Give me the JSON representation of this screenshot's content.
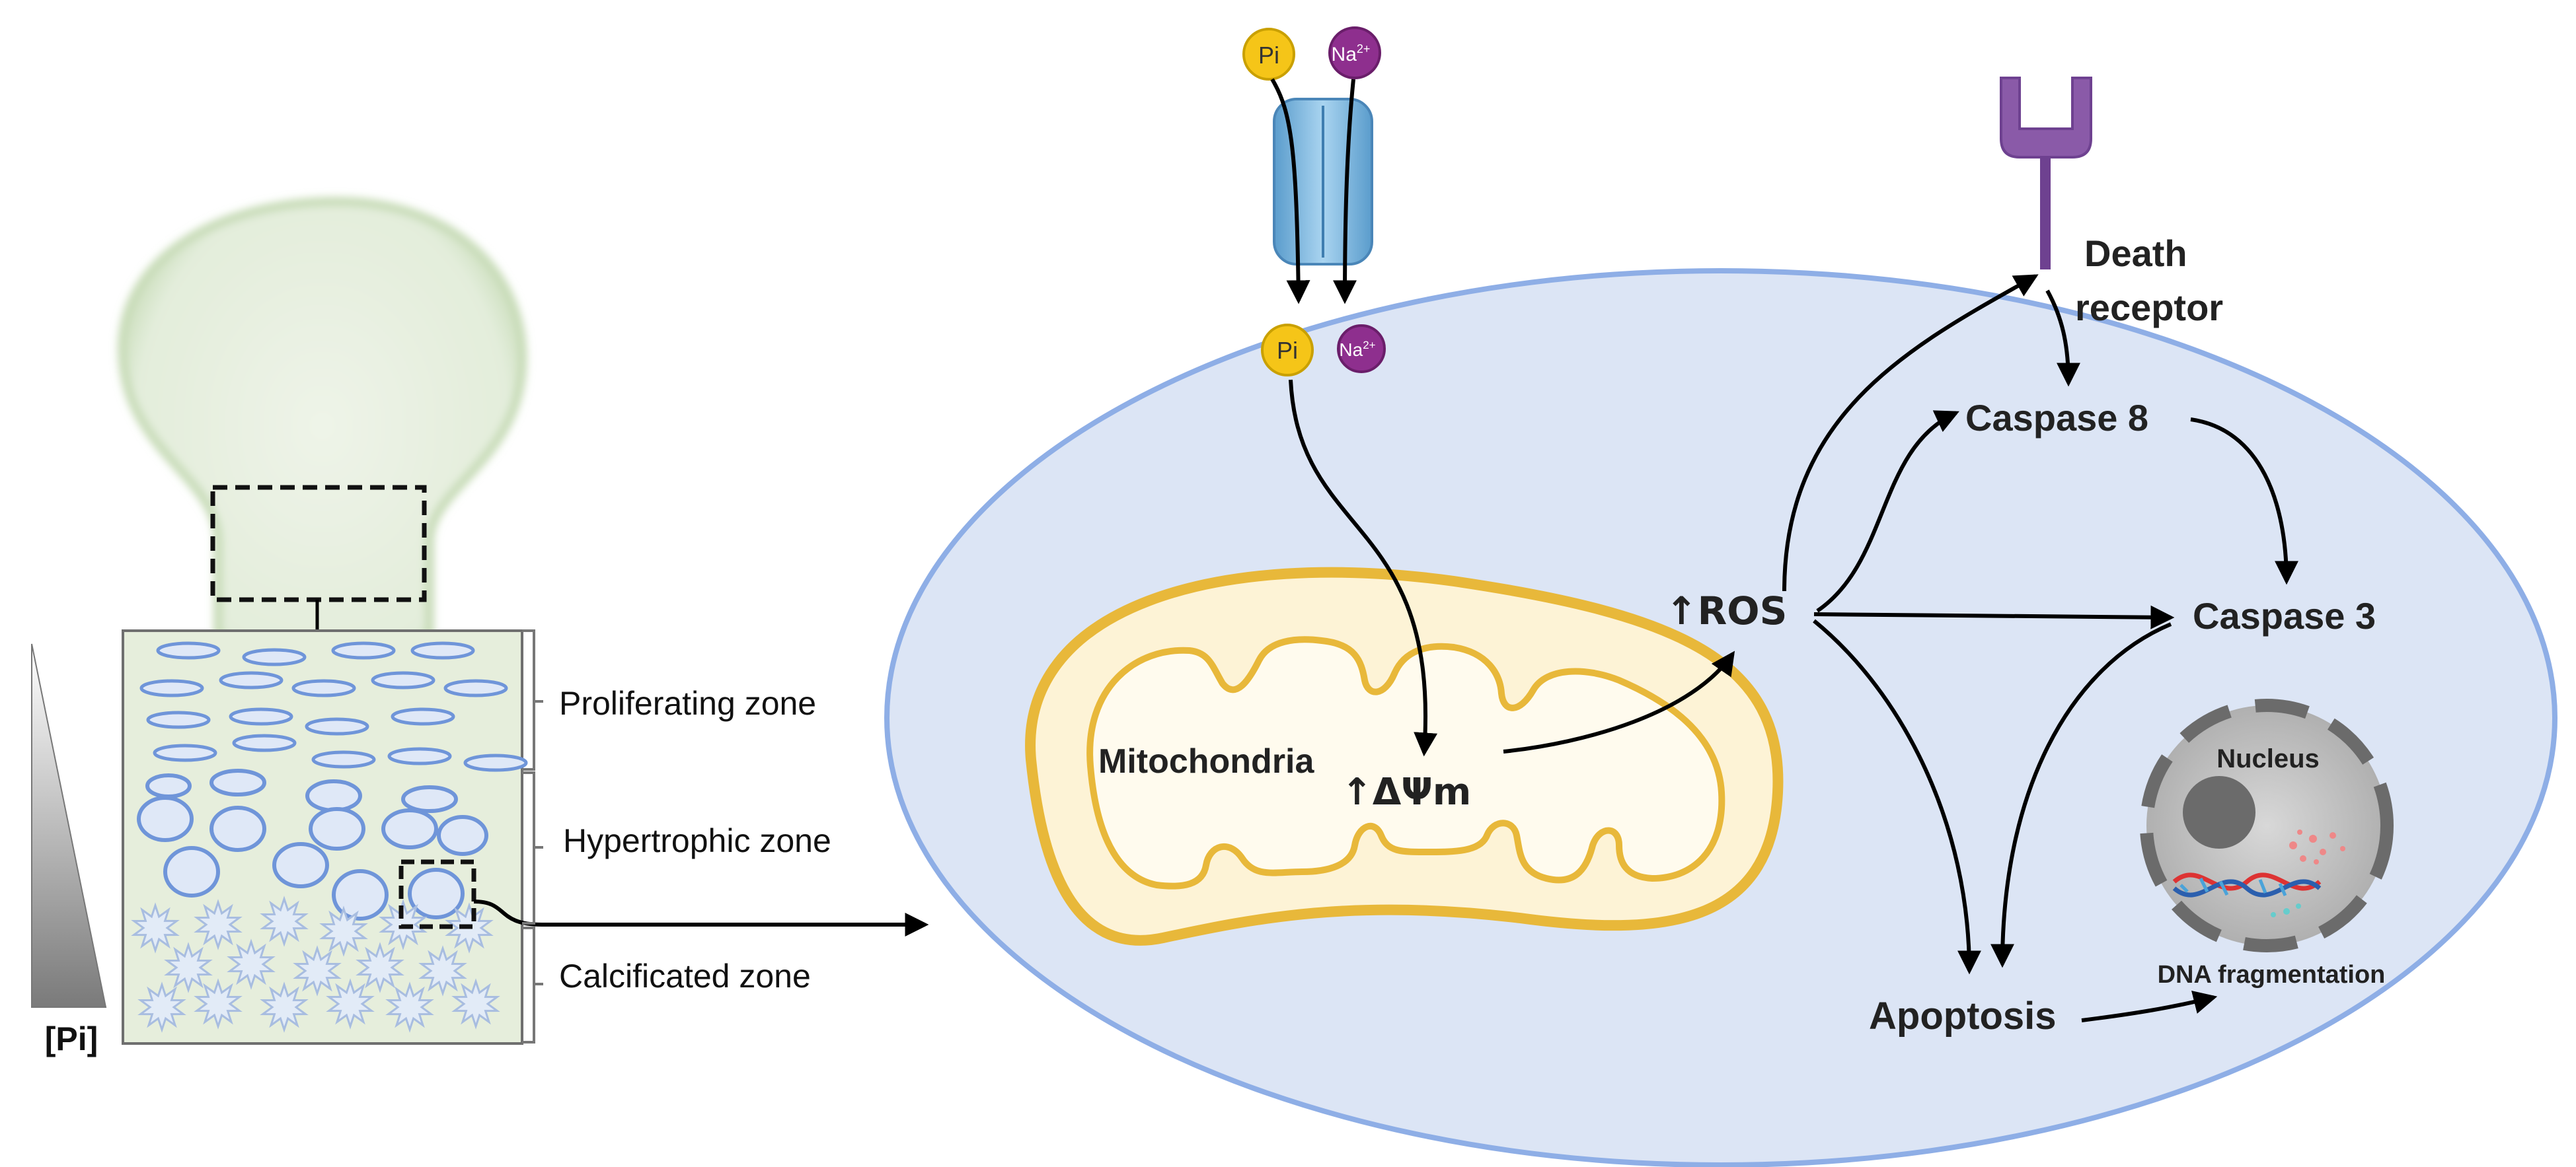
{
  "growth_plate": {
    "gradient_label": "[Pi]",
    "zones": [
      {
        "name": "Proliferating zone"
      },
      {
        "name": "Hypertrophic zone"
      },
      {
        "name": "Calcificated zone"
      }
    ]
  },
  "cell": {
    "ions": {
      "pi": "Pi",
      "na": "Na",
      "na_charge": "2+"
    },
    "mitochondria_label": "Mitochondria",
    "delta_psi_label": "↑ΔΨm",
    "ros_label": "↑ROS",
    "death_receptor_label": [
      "Death",
      "receptor"
    ],
    "caspase8_label": "Caspase 8",
    "caspase3_label": "Caspase 3",
    "apoptosis_label": "Apoptosis",
    "nucleus_label": "Nucleus",
    "dna_label": "DNA fragmentation"
  },
  "colors": {
    "cell_fill": "#dce5f5",
    "cell_border": "#8eaee6",
    "mito_fill": "#fdf3d6",
    "mito_border": "#e8b83a",
    "pi_ion": "#f5c518",
    "na_ion": "#8e2f8e",
    "receptor": "#8a5aa8",
    "channel": "#7fb8e0",
    "growth_plate": "#c8dcb8"
  }
}
